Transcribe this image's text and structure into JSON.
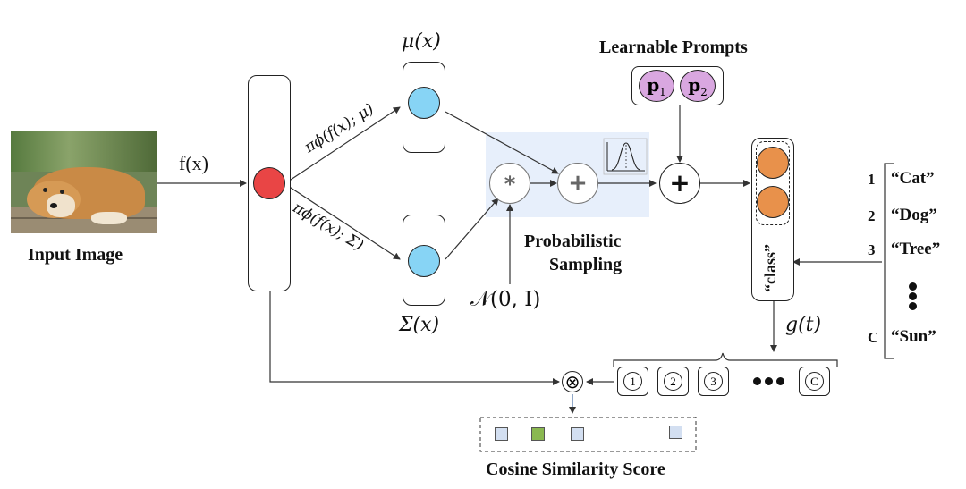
{
  "colors": {
    "feature_node": "#e94545",
    "gaussian_node": "#87d4f5",
    "prompt_node": "#d9a7e0",
    "class_node": "#e8914b",
    "sampling_region": "#e7effb",
    "score_highlight": "#8ab850",
    "score_default": "#d3dff1"
  },
  "labels": {
    "input_image": "Input Image",
    "f_x": "f(x)",
    "mu_x": "μ(x)",
    "sigma_x": "Σ(x)",
    "pi_mu": "πϕ(f(x); μ)",
    "pi_sigma": "πϕ(f(x); Σ)",
    "normal": "𝒩(0, I)",
    "prob_sampling_1": "Probabilistic",
    "prob_sampling_2": "Sampling",
    "learnable_prompts": "Learnable Prompts",
    "p1": "p",
    "p1_sub": "1",
    "p2": "p",
    "p2_sub": "2",
    "class_token": "“class”",
    "g_t": "g(t)",
    "cosine": "Cosine Similarity Score",
    "star_op": "*",
    "plus_op": "+",
    "otimes": "⊗"
  },
  "class_list": [
    {
      "index": "1",
      "name": "“Cat”"
    },
    {
      "index": "2",
      "name": "“Dog”"
    },
    {
      "index": "3",
      "name": "“Tree”"
    },
    {
      "index": "C",
      "name": "“Sun”"
    }
  ],
  "text_tokens": [
    "1",
    "2",
    "3",
    "C"
  ]
}
